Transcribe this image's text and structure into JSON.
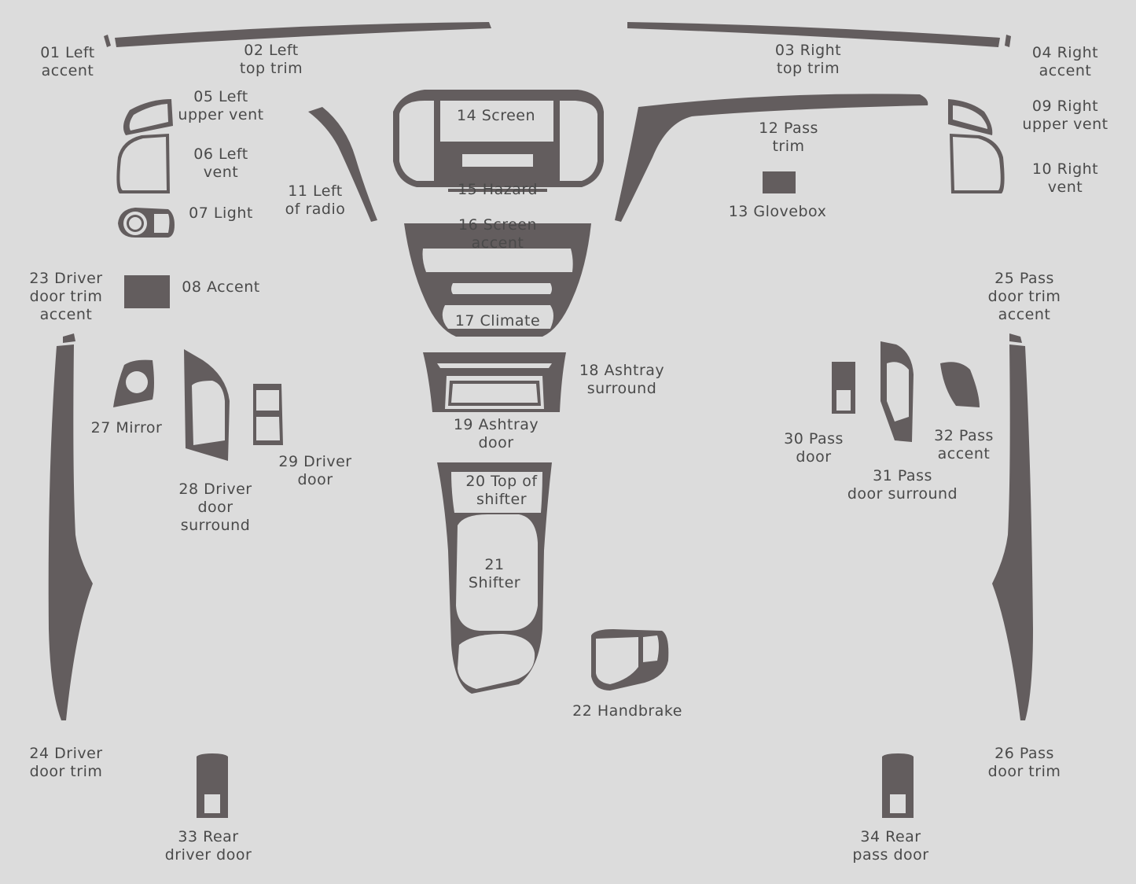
{
  "page": {
    "background": "#dcdcdc",
    "part_color": "#635d5e",
    "text_color": "#4a4a4a"
  },
  "parts": [
    {
      "id": "01",
      "lines": [
        "01 Left",
        "accent"
      ]
    },
    {
      "id": "02",
      "lines": [
        "02  Left",
        "top trim"
      ]
    },
    {
      "id": "03",
      "lines": [
        "03 Right",
        "top trim"
      ]
    },
    {
      "id": "04",
      "lines": [
        "04 Right",
        "accent"
      ]
    },
    {
      "id": "05",
      "lines": [
        "05 Left",
        "upper vent"
      ]
    },
    {
      "id": "06",
      "lines": [
        "06 Left",
        "vent"
      ]
    },
    {
      "id": "07",
      "lines": [
        "07 Light"
      ]
    },
    {
      "id": "08",
      "lines": [
        "08 Accent"
      ]
    },
    {
      "id": "09",
      "lines": [
        "09 Right",
        "upper vent"
      ]
    },
    {
      "id": "10",
      "lines": [
        "10 Right",
        "vent"
      ]
    },
    {
      "id": "11",
      "lines": [
        "11 Left",
        "of radio"
      ]
    },
    {
      "id": "12",
      "lines": [
        "12 Pass",
        "trim"
      ]
    },
    {
      "id": "13",
      "lines": [
        "13 Glovebox"
      ]
    },
    {
      "id": "14",
      "lines": [
        "14 Screen"
      ]
    },
    {
      "id": "15",
      "lines": [
        "15 Hazard"
      ]
    },
    {
      "id": "16",
      "lines": [
        "16 Screen",
        "accent"
      ]
    },
    {
      "id": "17",
      "lines": [
        "17 Climate"
      ]
    },
    {
      "id": "18",
      "lines": [
        "18 Ashtray",
        "surround"
      ]
    },
    {
      "id": "19",
      "lines": [
        "19 Ashtray",
        "door"
      ]
    },
    {
      "id": "20",
      "lines": [
        "20 Top of",
        "shifter"
      ]
    },
    {
      "id": "21",
      "lines": [
        "21",
        "Shifter"
      ]
    },
    {
      "id": "22",
      "lines": [
        "22 Handbrake"
      ]
    },
    {
      "id": "23",
      "lines": [
        "23 Driver",
        "door trim",
        "accent"
      ]
    },
    {
      "id": "24",
      "lines": [
        "24 Driver",
        "door trim"
      ]
    },
    {
      "id": "25",
      "lines": [
        "25 Pass",
        "door trim",
        "accent"
      ]
    },
    {
      "id": "26",
      "lines": [
        "26 Pass",
        "door trim"
      ]
    },
    {
      "id": "27",
      "lines": [
        "27 Mirror"
      ]
    },
    {
      "id": "28",
      "lines": [
        "28 Driver",
        "door",
        "surround"
      ]
    },
    {
      "id": "29",
      "lines": [
        "29 Driver",
        "door"
      ]
    },
    {
      "id": "30",
      "lines": [
        "30 Pass",
        "door"
      ]
    },
    {
      "id": "31",
      "lines": [
        "31 Pass",
        "door surround"
      ]
    },
    {
      "id": "32",
      "lines": [
        "32 Pass",
        "accent"
      ]
    },
    {
      "id": "33",
      "lines": [
        "33 Rear",
        "driver door"
      ]
    },
    {
      "id": "34",
      "lines": [
        "34 Rear",
        "pass door"
      ]
    }
  ]
}
